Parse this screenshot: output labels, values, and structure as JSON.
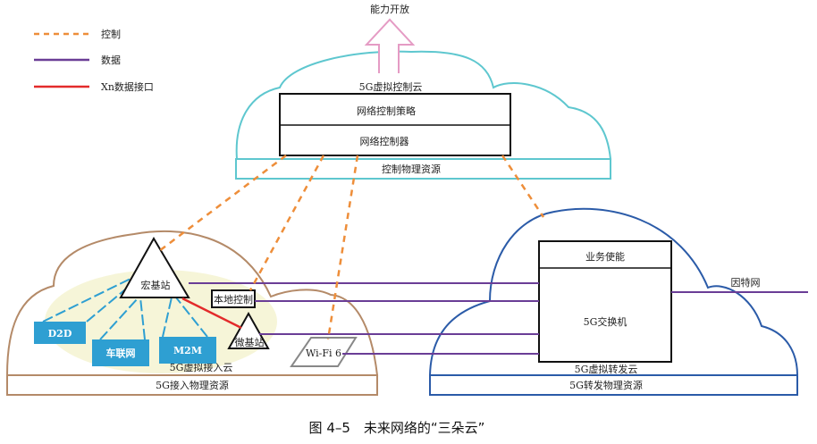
{
  "colors": {
    "control": "#ee8e3a",
    "data": "#6a3d96",
    "xn": "#e32b2b",
    "control_cloud": "#5ec7cf",
    "access_cloud": "#b48a68",
    "forward_cloud": "#2b5ba8",
    "ue_box": "#2e9fd2",
    "access_ellipse": "#f6f5d8",
    "capability_arrow": "#e59bc4"
  },
  "legend": [
    {
      "style": "dashed",
      "label": "控制"
    },
    {
      "style": "solid",
      "label": "数据"
    },
    {
      "style": "solid-red",
      "label": "Xn数据接口"
    }
  ],
  "control_cloud": {
    "capability_label": "能力开放",
    "cloud_label": "5G虚拟控制云",
    "policy_label": "网络控制策略",
    "controller_label": "网络控制器",
    "physical_label": "控制物理资源"
  },
  "access_cloud": {
    "macro_label": "宏基站",
    "local_control_label": "本地控制",
    "micro_label": "微基站",
    "wifi_label": "Wi-Fi 6",
    "devices": [
      "D2D",
      "车联网",
      "M2M"
    ],
    "cloud_label": "5G虚拟接入云",
    "physical_label": "5G接入物理资源"
  },
  "forward_cloud": {
    "service_label": "业务使能",
    "switch_label": "5G交换机",
    "internet_label": "因特网",
    "cloud_label": "5G虚拟转发云",
    "physical_label": "5G转发物理资源"
  },
  "caption": "图 4–5　未来网络的“三朵云”"
}
